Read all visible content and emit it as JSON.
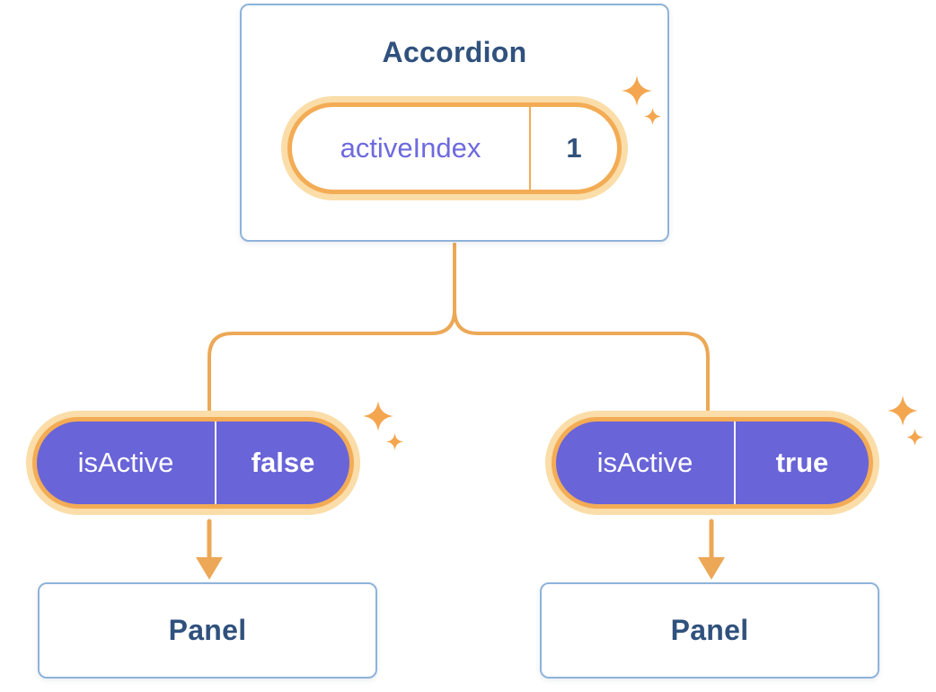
{
  "diagram": {
    "accordion": {
      "title": "Accordion",
      "state": {
        "label": "activeIndex",
        "value": "1"
      }
    },
    "props": [
      {
        "label": "isActive",
        "value": "false"
      },
      {
        "label": "isActive",
        "value": "true"
      }
    ],
    "panels": [
      {
        "title": "Panel"
      },
      {
        "title": "Panel"
      }
    ],
    "icons": {
      "sparkle": "sparkle-icon",
      "arrow": "arrow-down-icon"
    },
    "colors": {
      "background": "#FFFFFF",
      "card_border": "#8FB3DA",
      "navy_text": "#30517D",
      "purple_text": "#6E6ADF",
      "purple_fill": "#6964D8",
      "orange_border": "#F3AC55",
      "orange_glow": "#FADDA8",
      "line_orange": "#ECA857",
      "sparkle_orange": "#F3A64F"
    }
  }
}
